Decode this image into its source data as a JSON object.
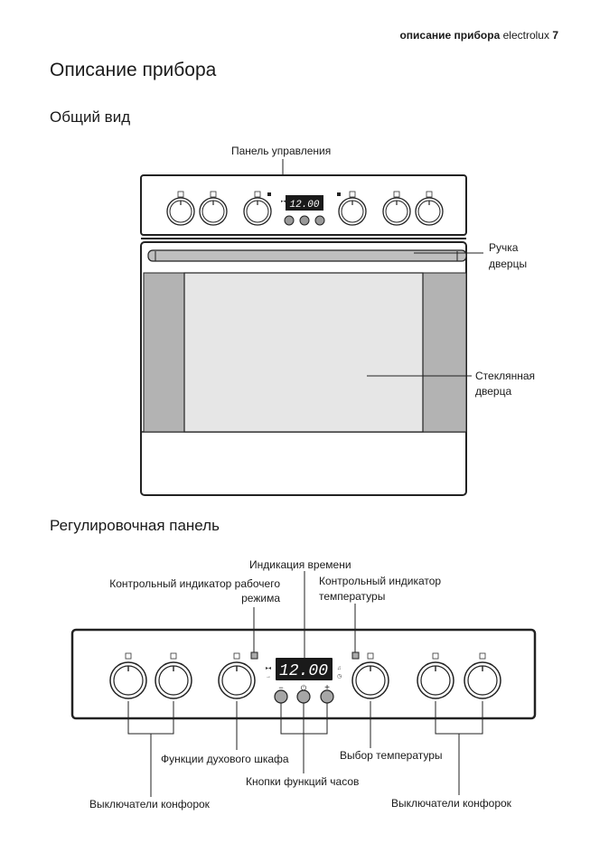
{
  "header": {
    "section": "описание прибора",
    "brand": "electrolux",
    "page": "7"
  },
  "title": "Описание прибора",
  "general_view": {
    "heading": "Общий вид",
    "label_control_panel": "Панель управления",
    "label_door_handle_line1": "Ручка",
    "label_door_handle_line2": "дверцы",
    "label_glass_door_line1": "Стеклянная",
    "label_glass_door_line2": "дверца",
    "display": "12.00"
  },
  "control_panel": {
    "heading": "Регулировочная панель",
    "label_time_display": "Индикация времени",
    "label_mode_indicator_line1": "Контрольный индикатор рабочего",
    "label_mode_indicator_line2": "режима",
    "label_temp_indicator_line1": "Контрольный индикатор",
    "label_temp_indicator_line2": "температуры",
    "label_oven_functions": "Функции духового шкафа",
    "label_temp_selector": "Выбор температуры",
    "label_clock_buttons": "Кнопки функций часов",
    "label_hob_switches_left": "Выключатели конфорок",
    "label_hob_switches_right": "Выключатели конфорок",
    "display": "12.00",
    "button_minus": "−",
    "button_clock": "⏻",
    "button_plus": "+"
  }
}
